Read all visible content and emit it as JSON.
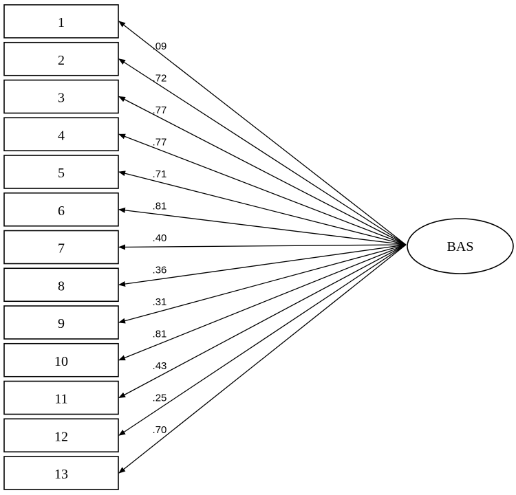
{
  "factor": {
    "label": "BAS"
  },
  "items": [
    {
      "label": "1",
      "loading": ".09"
    },
    {
      "label": "2",
      "loading": ".72"
    },
    {
      "label": "3",
      "loading": ".77"
    },
    {
      "label": "4",
      "loading": ".77"
    },
    {
      "label": "5",
      "loading": ".71"
    },
    {
      "label": "6",
      "loading": ".81"
    },
    {
      "label": "7",
      "loading": ".40"
    },
    {
      "label": "8",
      "loading": ".36"
    },
    {
      "label": "9",
      "loading": ".31"
    },
    {
      "label": "10",
      "loading": ".81"
    },
    {
      "label": "11",
      "loading": ".43"
    },
    {
      "label": "12",
      "loading": ".25"
    },
    {
      "label": "13",
      "loading": ".70"
    }
  ]
}
